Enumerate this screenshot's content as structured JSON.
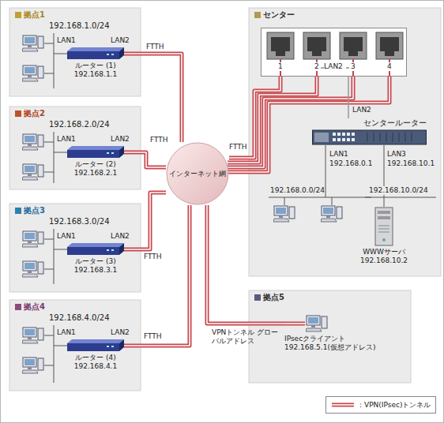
{
  "diagram": {
    "nodes": [
      {
        "text": [
          "拠点1",
          "192.168.1.0/24"
        ]
      },
      {
        "text": [
          "ルーター (1)",
          "192.168.1.1"
        ],
        "in": 0
      },
      {
        "text": [
          "拠点2",
          "192.168.2.0/24"
        ]
      },
      {
        "text": [
          "ルーター (2)",
          "192.168.2.1"
        ],
        "in": 2
      },
      {
        "text": [
          "拠点3",
          "192.168.3.0/24"
        ]
      },
      {
        "text": [
          "ルーター (3)",
          "192.168.3.1"
        ],
        "in": 4
      },
      {
        "text": [
          "拠点4",
          "192.168.4.0/24"
        ]
      },
      {
        "text": [
          "ルーター (4)",
          "192.168.4.1"
        ],
        "in": 6
      },
      {
        "text": [
          "インターネット網"
        ]
      },
      {
        "text": [
          "センター"
        ]
      },
      {
        "text": [
          "1",
          "2",
          "LAN2",
          "3",
          "4"
        ],
        "in": 9
      },
      {
        "text": [
          "センタールーター"
        ],
        "in": 9
      },
      {
        "text": [
          "WWWサーバ",
          "192.168.10.2"
        ],
        "in": 9
      },
      {
        "text": [
          "拠点5"
        ]
      },
      {
        "text": [
          "IPsecクライアント",
          "192.168.5.1(仮想アドレス)"
        ],
        "in": 13
      }
    ],
    "edges": [
      {
        "from": 1,
        "to": 8,
        "arrow": "none",
        "label": "FTTH"
      },
      {
        "from": 3,
        "to": 8,
        "arrow": "none",
        "label": "FTTH"
      },
      {
        "from": 5,
        "to": 8,
        "arrow": "none",
        "label": "FTTH"
      },
      {
        "from": 7,
        "to": 8,
        "arrow": "none",
        "label": "FTTH"
      },
      {
        "from": 8,
        "to": 10,
        "arrow": "none",
        "label": "FTTH"
      },
      {
        "from": 14,
        "to": 8,
        "arrow": "none",
        "label": "VPNトンネル グローバルアドレス"
      },
      {
        "from": 10,
        "to": 11,
        "arrow": "none",
        "label": "LAN2"
      },
      {
        "from": 11,
        "to": 12,
        "arrow": "none"
      }
    ],
    "labels": [
      "LAN1",
      "LAN2",
      "LAN1",
      "LAN2",
      "LAN1",
      "LAN2",
      "LAN1",
      "LAN2",
      "LAN1",
      "192.168.0.1",
      "LAN3",
      "192.168.10.1",
      "192.168.0.0/24",
      "192.168.10.0/24"
    ],
    "legend": [
      {
        "text": "：VPN(IPsec)トンネル"
      }
    ]
  }
}
